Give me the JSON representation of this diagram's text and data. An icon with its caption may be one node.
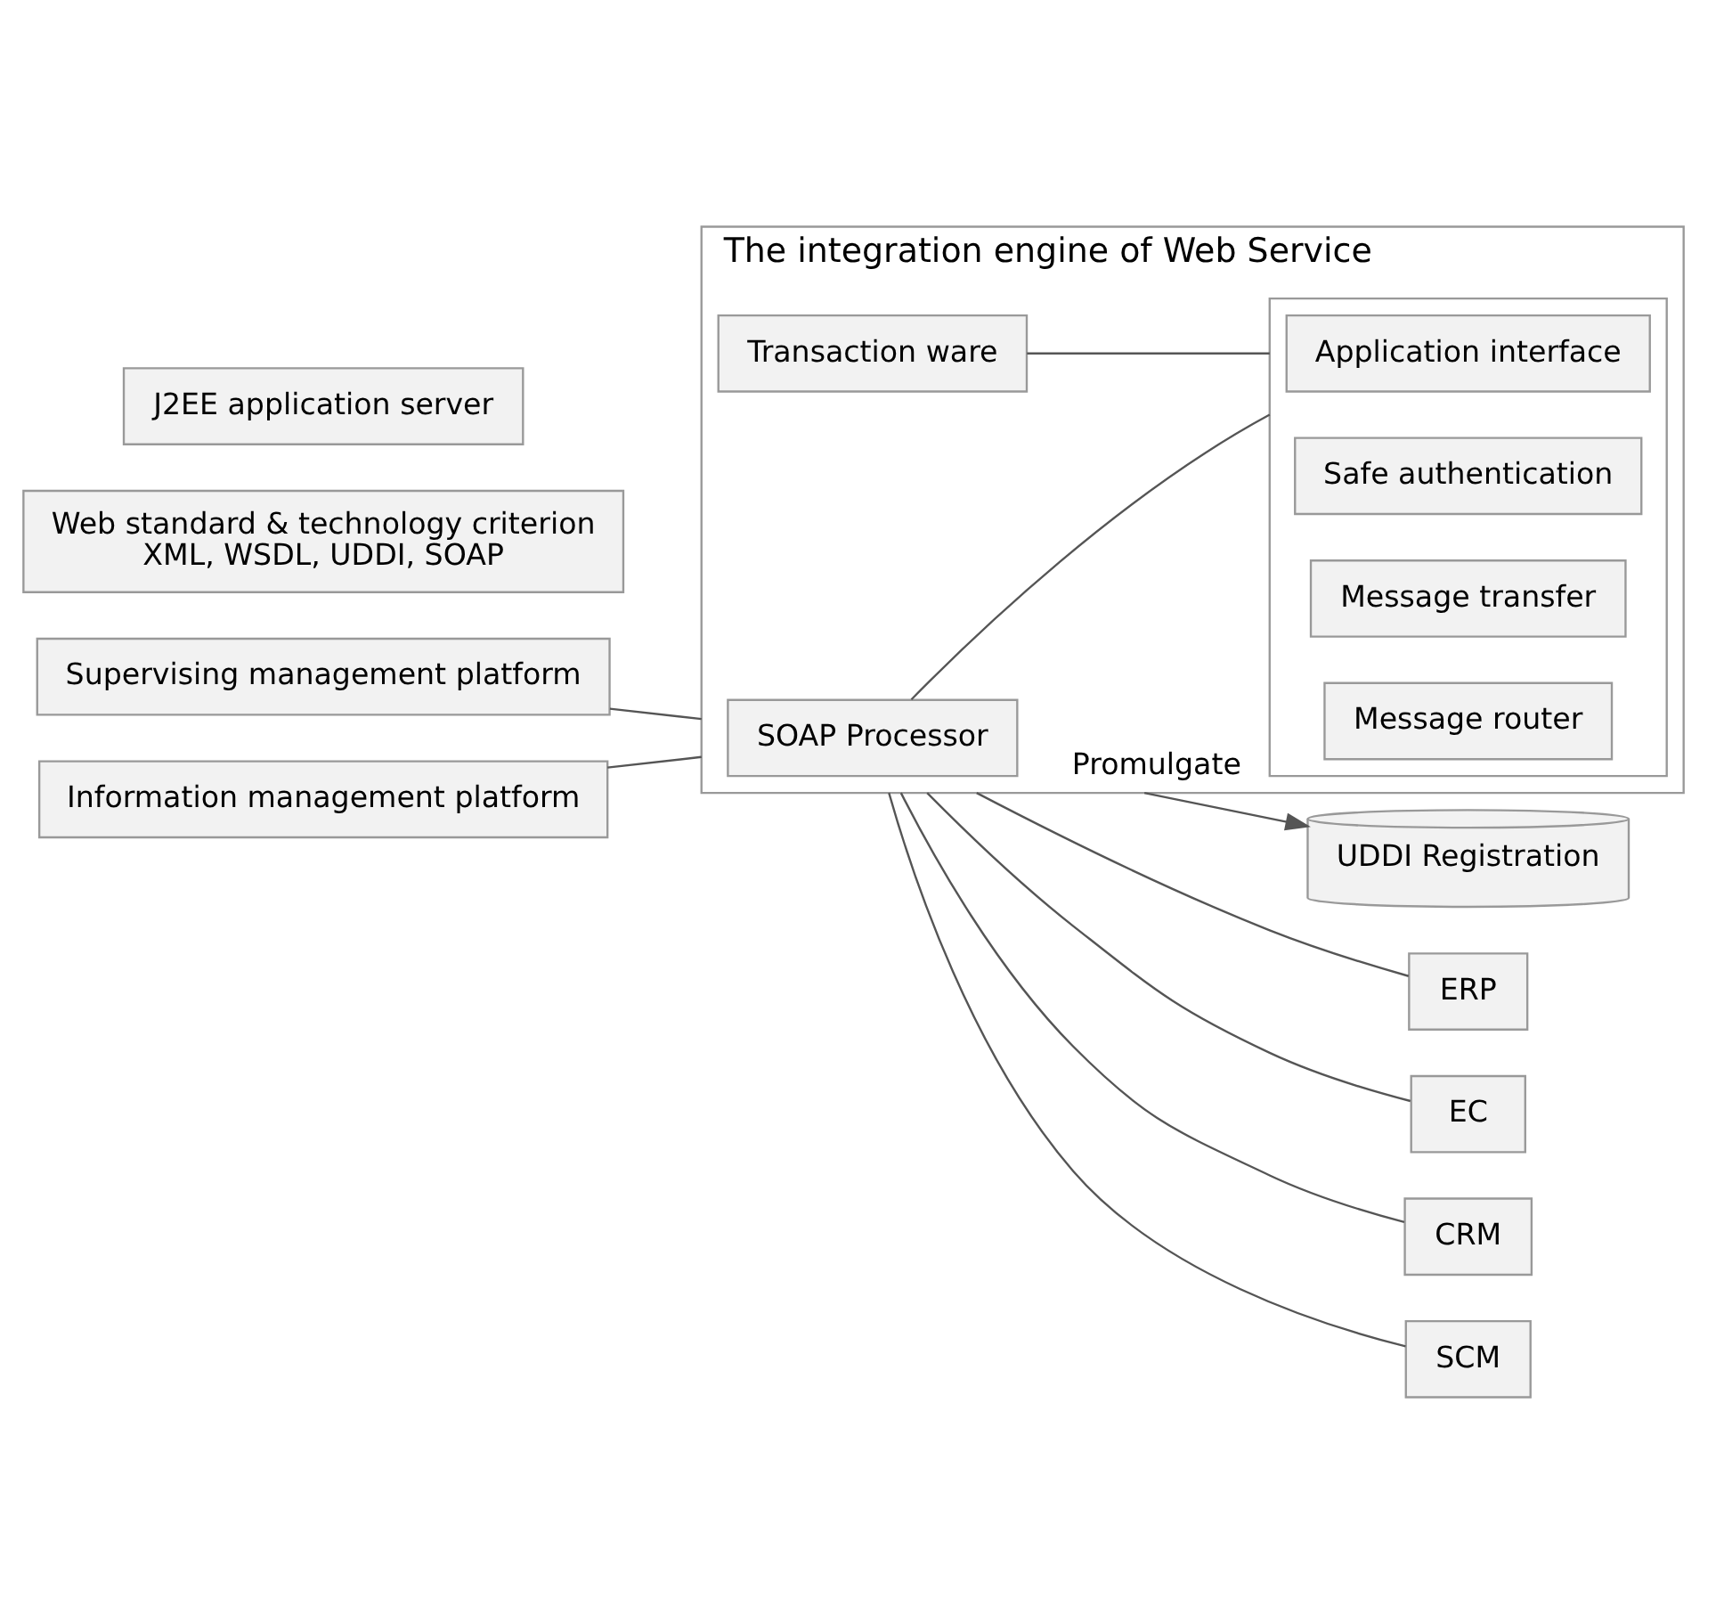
{
  "diagram": {
    "nodes": [
      {
        "text": [
          "UDDI Registration"
        ]
      },
      {
        "text": [
          "The integration engine of Web Service"
        ]
      },
      {
        "text": [
          "SOAP Processor"
        ],
        "in": 1
      },
      {
        "text": [],
        "shape": "box",
        "in": 1
      },
      {
        "text": [
          "Application interface"
        ],
        "in": 3
      },
      {
        "text": [
          "Safe authentication"
        ],
        "in": 3
      },
      {
        "text": [
          "Message transfer"
        ],
        "in": 3
      },
      {
        "text": [
          "Message router"
        ],
        "in": 3
      },
      {
        "text": [
          "Transaction ware"
        ],
        "in": 1
      },
      {
        "text": [
          "ERP"
        ]
      },
      {
        "text": [
          "EC"
        ]
      },
      {
        "text": [
          "CRM"
        ]
      },
      {
        "text": [
          "SCM"
        ]
      },
      {
        "text": [
          "Supervising management platform"
        ]
      },
      {
        "text": [
          "Information management platform"
        ]
      },
      {
        "text": [
          "Web standard & technology criterion",
          "XML, WSDL, UDDI, SOAP"
        ]
      },
      {
        "text": [
          "J2EE application server"
        ]
      }
    ],
    "edges": [
      {
        "from": 1,
        "to": 0,
        "arrow": "to",
        "label": "Promulgate"
      },
      {
        "from": 2,
        "to": 3,
        "arrow": "none"
      },
      {
        "from": 8,
        "to": 3,
        "arrow": "none"
      },
      {
        "from": 1,
        "to": 9,
        "arrow": "none"
      },
      {
        "from": 1,
        "to": 10,
        "arrow": "none"
      },
      {
        "from": 1,
        "to": 11,
        "arrow": "none"
      },
      {
        "from": 1,
        "to": 12,
        "arrow": "none"
      },
      {
        "from": 13,
        "to": 1,
        "arrow": "none"
      },
      {
        "from": 14,
        "to": 1,
        "arrow": "none"
      }
    ]
  }
}
